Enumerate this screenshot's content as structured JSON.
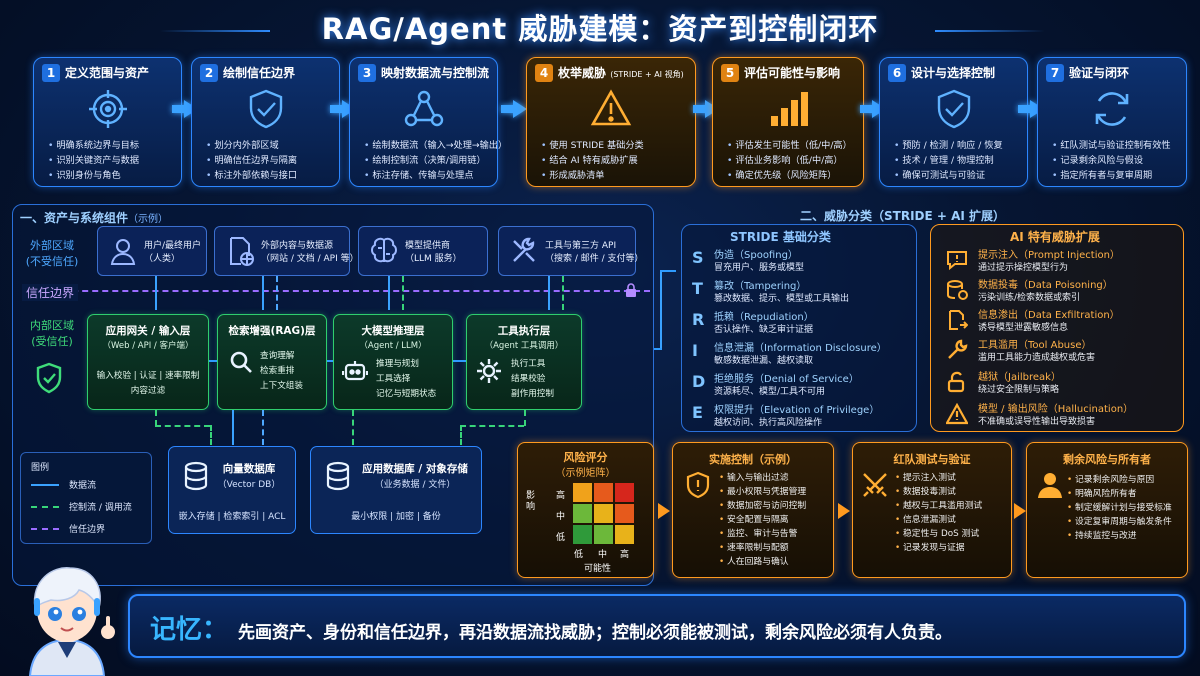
{
  "title": "RAG/Agent 威胁建模：资产到控制闭环",
  "steps": [
    {
      "num": "1",
      "title": "定义范围与资产",
      "note": "",
      "icon": "target-icon",
      "items": [
        "明确系统边界与目标",
        "识别关键资产与数据",
        "识别身份与角色"
      ]
    },
    {
      "num": "2",
      "title": "绘制信任边界",
      "note": "",
      "icon": "shield-check-icon",
      "items": [
        "划分内外部区域",
        "明确信任边界与隔离",
        "标注外部依赖与接口"
      ]
    },
    {
      "num": "3",
      "title": "映射数据流与控制流",
      "note": "",
      "icon": "network-nodes-icon",
      "items": [
        "绘制数据流（输入→处理→输出）",
        "绘制控制流（决策/调用链）",
        "标注存储、传输与处理点"
      ]
    },
    {
      "num": "4",
      "title": "枚举威胁",
      "note": "(STRIDE + AI 视角)",
      "icon": "warning-icon",
      "items": [
        "使用 STRIDE 基础分类",
        "结合 AI 特有威胁扩展",
        "形成威胁清单"
      ]
    },
    {
      "num": "5",
      "title": "评估可能性与影响",
      "note": "",
      "icon": "bar-chart-icon",
      "items": [
        "评估发生可能性（低/中/高）",
        "评估业务影响（低/中/高）",
        "确定优先级（风险矩阵）"
      ]
    },
    {
      "num": "6",
      "title": "设计与选择控制",
      "note": "",
      "icon": "shield-check-icon",
      "items": [
        "预防 / 检测 / 响应 / 恢复",
        "技术 / 管理 / 物理控制",
        "确保可测试与可验证"
      ]
    },
    {
      "num": "7",
      "title": "验证与闭环",
      "note": "",
      "icon": "refresh-cycle-icon",
      "items": [
        "红队测试与验证控制有效性",
        "记录剩余风险与假设",
        "指定所有者与复审周期"
      ]
    }
  ],
  "assets": {
    "heading": "一、资产与系统组件",
    "heading_note": "（示例）",
    "external_zone": "外部区域",
    "external_zone_note": "(不受信任)",
    "internal_zone": "内部区域",
    "internal_zone_note": "(受信任)",
    "trust_boundary": "信任边界",
    "externals": [
      {
        "line1": "用户/最终用户",
        "line2": "（人类）",
        "icon": "user-icon"
      },
      {
        "line1": "外部内容与数据源",
        "line2": "（网站 / 文档 / API 等）",
        "icon": "document-globe-icon"
      },
      {
        "line1": "模型提供商",
        "line2": "（LLM 服务）",
        "icon": "brain-icon"
      },
      {
        "line1": "工具与第三方 API",
        "line2": "（搜索 / 邮件 / 支付等）",
        "icon": "tools-icon"
      }
    ],
    "components": [
      {
        "title": "应用网关 / 输入层",
        "sub": "（Web / API / 客户端）",
        "items": [
          "输入校验 | 认证 | 速率限制",
          "内容过滤"
        ],
        "icon": ""
      },
      {
        "title": "检索增强(RAG)层",
        "sub": "",
        "items": [
          "查询理解",
          "检索重排",
          "上下文组装"
        ],
        "icon": "search-icon"
      },
      {
        "title": "大模型推理层",
        "sub": "（Agent / LLM）",
        "items": [
          "推理与规划",
          "工具选择",
          "记忆与短期状态"
        ],
        "icon": "robot-icon"
      },
      {
        "title": "工具执行层",
        "sub": "（Agent 工具调用）",
        "items": [
          "执行工具",
          "结果校验",
          "副作用控制"
        ],
        "icon": "gear-icon"
      }
    ],
    "stores": [
      {
        "title": "向量数据库",
        "sub": "（Vector DB）",
        "items": "嵌入存储 | 检索索引 | ACL",
        "icon": "database-icon"
      },
      {
        "title": "应用数据库 / 对象存储",
        "sub": "（业务数据 / 文件）",
        "items": "最小权限 | 加密 | 备份",
        "icon": "database-icon"
      }
    ],
    "legend": {
      "title": "图例",
      "items": [
        {
          "label": "数据流",
          "color": "#3aa2ff"
        },
        {
          "label": "控制流 / 调用流",
          "color": "#38d57a"
        },
        {
          "label": "信任边界",
          "color": "#9a6cff"
        }
      ]
    }
  },
  "threats": {
    "heading": "二、威胁分类（STRIDE + AI 扩展）",
    "stride_title": "STRIDE 基础分类",
    "stride": [
      {
        "letter": "S",
        "name": "伪造（Spoofing）",
        "desc": "冒充用户、服务或模型"
      },
      {
        "letter": "T",
        "name": "篡改（Tampering）",
        "desc": "篡改数据、提示、模型或工具输出"
      },
      {
        "letter": "R",
        "name": "抵赖（Repudiation）",
        "desc": "否认操作、缺乏审计证据"
      },
      {
        "letter": "I",
        "name": "信息泄漏（Information Disclosure）",
        "desc": "敏感数据泄漏、越权读取"
      },
      {
        "letter": "D",
        "name": "拒绝服务（Denial of Service）",
        "desc": "资源耗尽、模型/工具不可用"
      },
      {
        "letter": "E",
        "name": "权限提升（Elevation of Privilege）",
        "desc": "越权访问、执行高风险操作"
      }
    ],
    "ai_title": "AI 特有威胁扩展",
    "ai": [
      {
        "name": "提示注入（Prompt Injection）",
        "desc": "通过提示操控模型行为",
        "icon": "chat-alert-icon"
      },
      {
        "name": "数据投毒（Data Poisoning）",
        "desc": "污染训练/检索数据或索引",
        "icon": "database-poison-icon"
      },
      {
        "name": "信息渗出（Data Exfiltration）",
        "desc": "诱导模型泄露敏感信息",
        "icon": "document-export-icon"
      },
      {
        "name": "工具滥用（Tool Abuse）",
        "desc": "滥用工具能力造成越权或危害",
        "icon": "wrench-icon"
      },
      {
        "name": "越狱（Jailbreak）",
        "desc": "绕过安全限制与策略",
        "icon": "unlock-icon"
      },
      {
        "name": "模型 / 输出风险（Hallucination）",
        "desc": "不准确或误导性输出导致损害",
        "icon": "warning-icon"
      }
    ]
  },
  "risk": {
    "title": "风险评分",
    "subtitle": "（示例矩阵）",
    "impact_label": "影响",
    "likelihood_label": "可能性",
    "rows": [
      "高",
      "中",
      "低"
    ],
    "cols": [
      "低",
      "中",
      "高"
    ],
    "colors": [
      [
        "#f0a21b",
        "#e65a1c",
        "#d6261c"
      ],
      [
        "#6cb83a",
        "#e8b21a",
        "#e65a1c"
      ],
      [
        "#2f9a3a",
        "#6cb83a",
        "#e8b21a"
      ]
    ]
  },
  "controls": {
    "title": "实施控制（示例）",
    "items": [
      "输入与输出过滤",
      "最小权限与凭据管理",
      "数据加密与访问控制",
      "安全配置与隔离",
      "监控、审计与告警",
      "速率限制与配额",
      "人在回路与确认"
    ],
    "icon": "shield-alert-icon"
  },
  "redteam": {
    "title": "红队测试与验证",
    "items": [
      "提示注入测试",
      "数据投毒测试",
      "越权与工具滥用测试",
      "信息泄漏测试",
      "稳定性与 DoS 测试",
      "记录发现与证据"
    ],
    "icon": "crossed-swords-icon"
  },
  "residual": {
    "title": "剩余风险与所有者",
    "items": [
      "记录剩余风险与原因",
      "明确风险所有者",
      "制定缓解计划与接受标准",
      "设定复审周期与触发条件",
      "持续监控与改进"
    ],
    "icon": "person-icon"
  },
  "memo": {
    "key": "记忆：",
    "text": "先画资产、身份和信任边界，再沿数据流找威胁；控制必须能被测试，剩余风险必须有人负责。"
  }
}
